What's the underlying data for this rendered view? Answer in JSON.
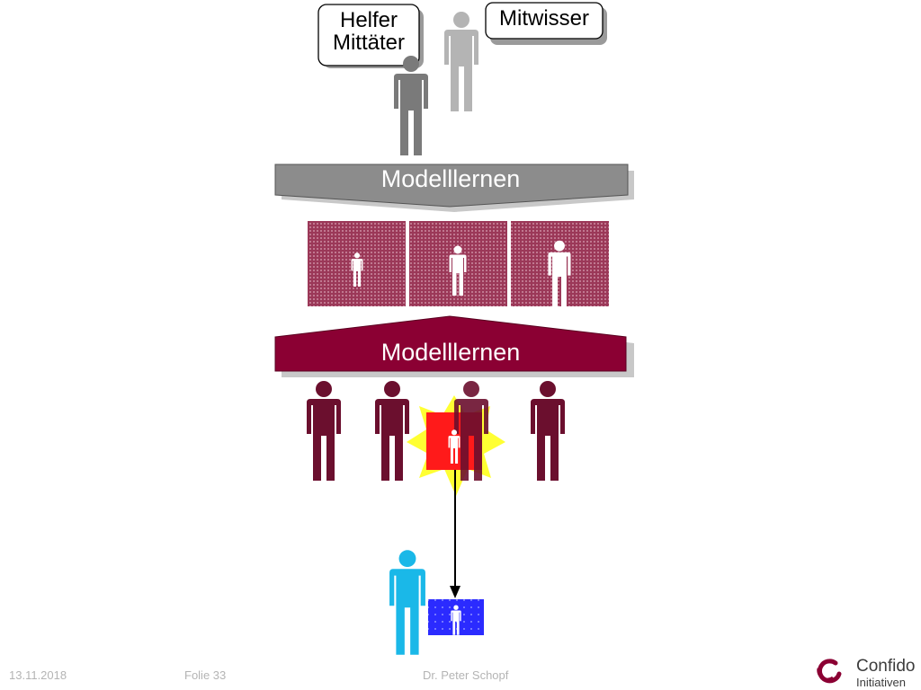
{
  "callouts": {
    "helper": {
      "line1": "Helfer",
      "line2": "Mittäter"
    },
    "witness": {
      "label": "Mitwisser"
    }
  },
  "banners": {
    "top": {
      "label": "Modelllernen",
      "color": "#8c8c8c"
    },
    "bottom": {
      "label": "Modelllernen",
      "color": "#8b0033"
    }
  },
  "colors": {
    "figure_dark_gray": "#7a7a7a",
    "figure_light_gray": "#b4b4b4",
    "figure_maroon": "#6b0f2e",
    "figure_cyan": "#1ab8e8",
    "pattern_tile": "#9b3858",
    "red_box": "#ff1a1a",
    "burst": "#ffff33",
    "blue_box": "#2b2bff"
  },
  "footer": {
    "date": "13.11.2018",
    "slide": "Folie 33",
    "author": "Dr. Peter Schopf"
  },
  "logo": {
    "name_line1": "Confido",
    "name_line2": "Initiativen"
  }
}
